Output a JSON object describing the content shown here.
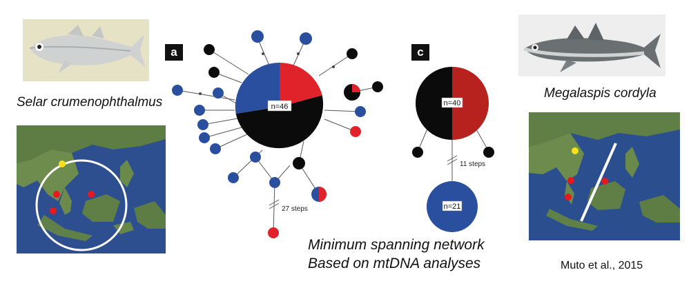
{
  "species_left": {
    "name": "Selar crumenophthalmus"
  },
  "species_right": {
    "name": "Megalaspis cordyla"
  },
  "panel_a": {
    "label": "a",
    "main_node_label": "n=46",
    "steps_label": "27 steps"
  },
  "panel_c": {
    "label": "c",
    "node1_label": "n=40",
    "node2_label": "n=21",
    "steps_label": "11 steps"
  },
  "caption": {
    "line1": "Minimum spanning network",
    "line2": "Based on mtDNA analyses"
  },
  "citation": "Muto et al., 2015",
  "colors": {
    "blue": "#2a4f9e",
    "red": "#e0222a",
    "black": "#0b0b0b",
    "dark_red": "#b7221f",
    "map_yellow": "#f5e11c",
    "map_red": "#e8191e"
  }
}
